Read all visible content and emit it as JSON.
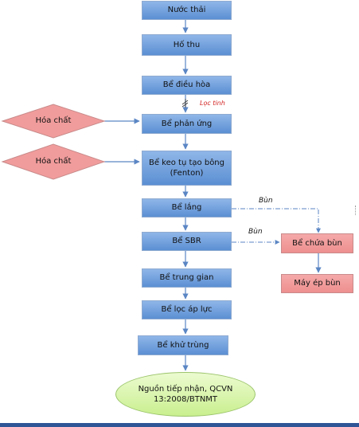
{
  "nodes": {
    "nuoc_thai": "Nước thải",
    "ho_thu": "Hố thu",
    "be_dieu_hoa": "Bể điều hòa",
    "be_phan_ung": "Bể phản ứng",
    "be_keo_tu_line1": "Bể keo tụ tạo bông",
    "be_keo_tu_line2": "(Fenton)",
    "be_lang": "Bể lắng",
    "be_sbr": "Bể SBR",
    "be_trung_gian": "Bể trung gian",
    "be_loc_ap_luc": "Bể lọc áp lực",
    "be_khu_trung": "Bể khử trùng",
    "nguon_tiep_nhan_line1": "Nguồn tiếp nhận, QCVN",
    "nguon_tiep_nhan_line2": "13:2008/BTNMT",
    "hoa_chat_1": "Hóa chất",
    "hoa_chat_2": "Hóa chất",
    "be_chua_bun": "Bể chứa bùn",
    "may_ep_bun": "Máy ép bùn"
  },
  "labels": {
    "loc_tinh": "Lọc tinh",
    "bun_1": "Bùn",
    "bun_2": "Bùn"
  },
  "colors": {
    "process_box": "#6f9ddb",
    "chemical": "#f19c9c",
    "sludge_box": "#f19c9c",
    "discharge": "#d4f3a3",
    "arrow": "#5b86c4",
    "accent_bar": "#2f5597"
  }
}
